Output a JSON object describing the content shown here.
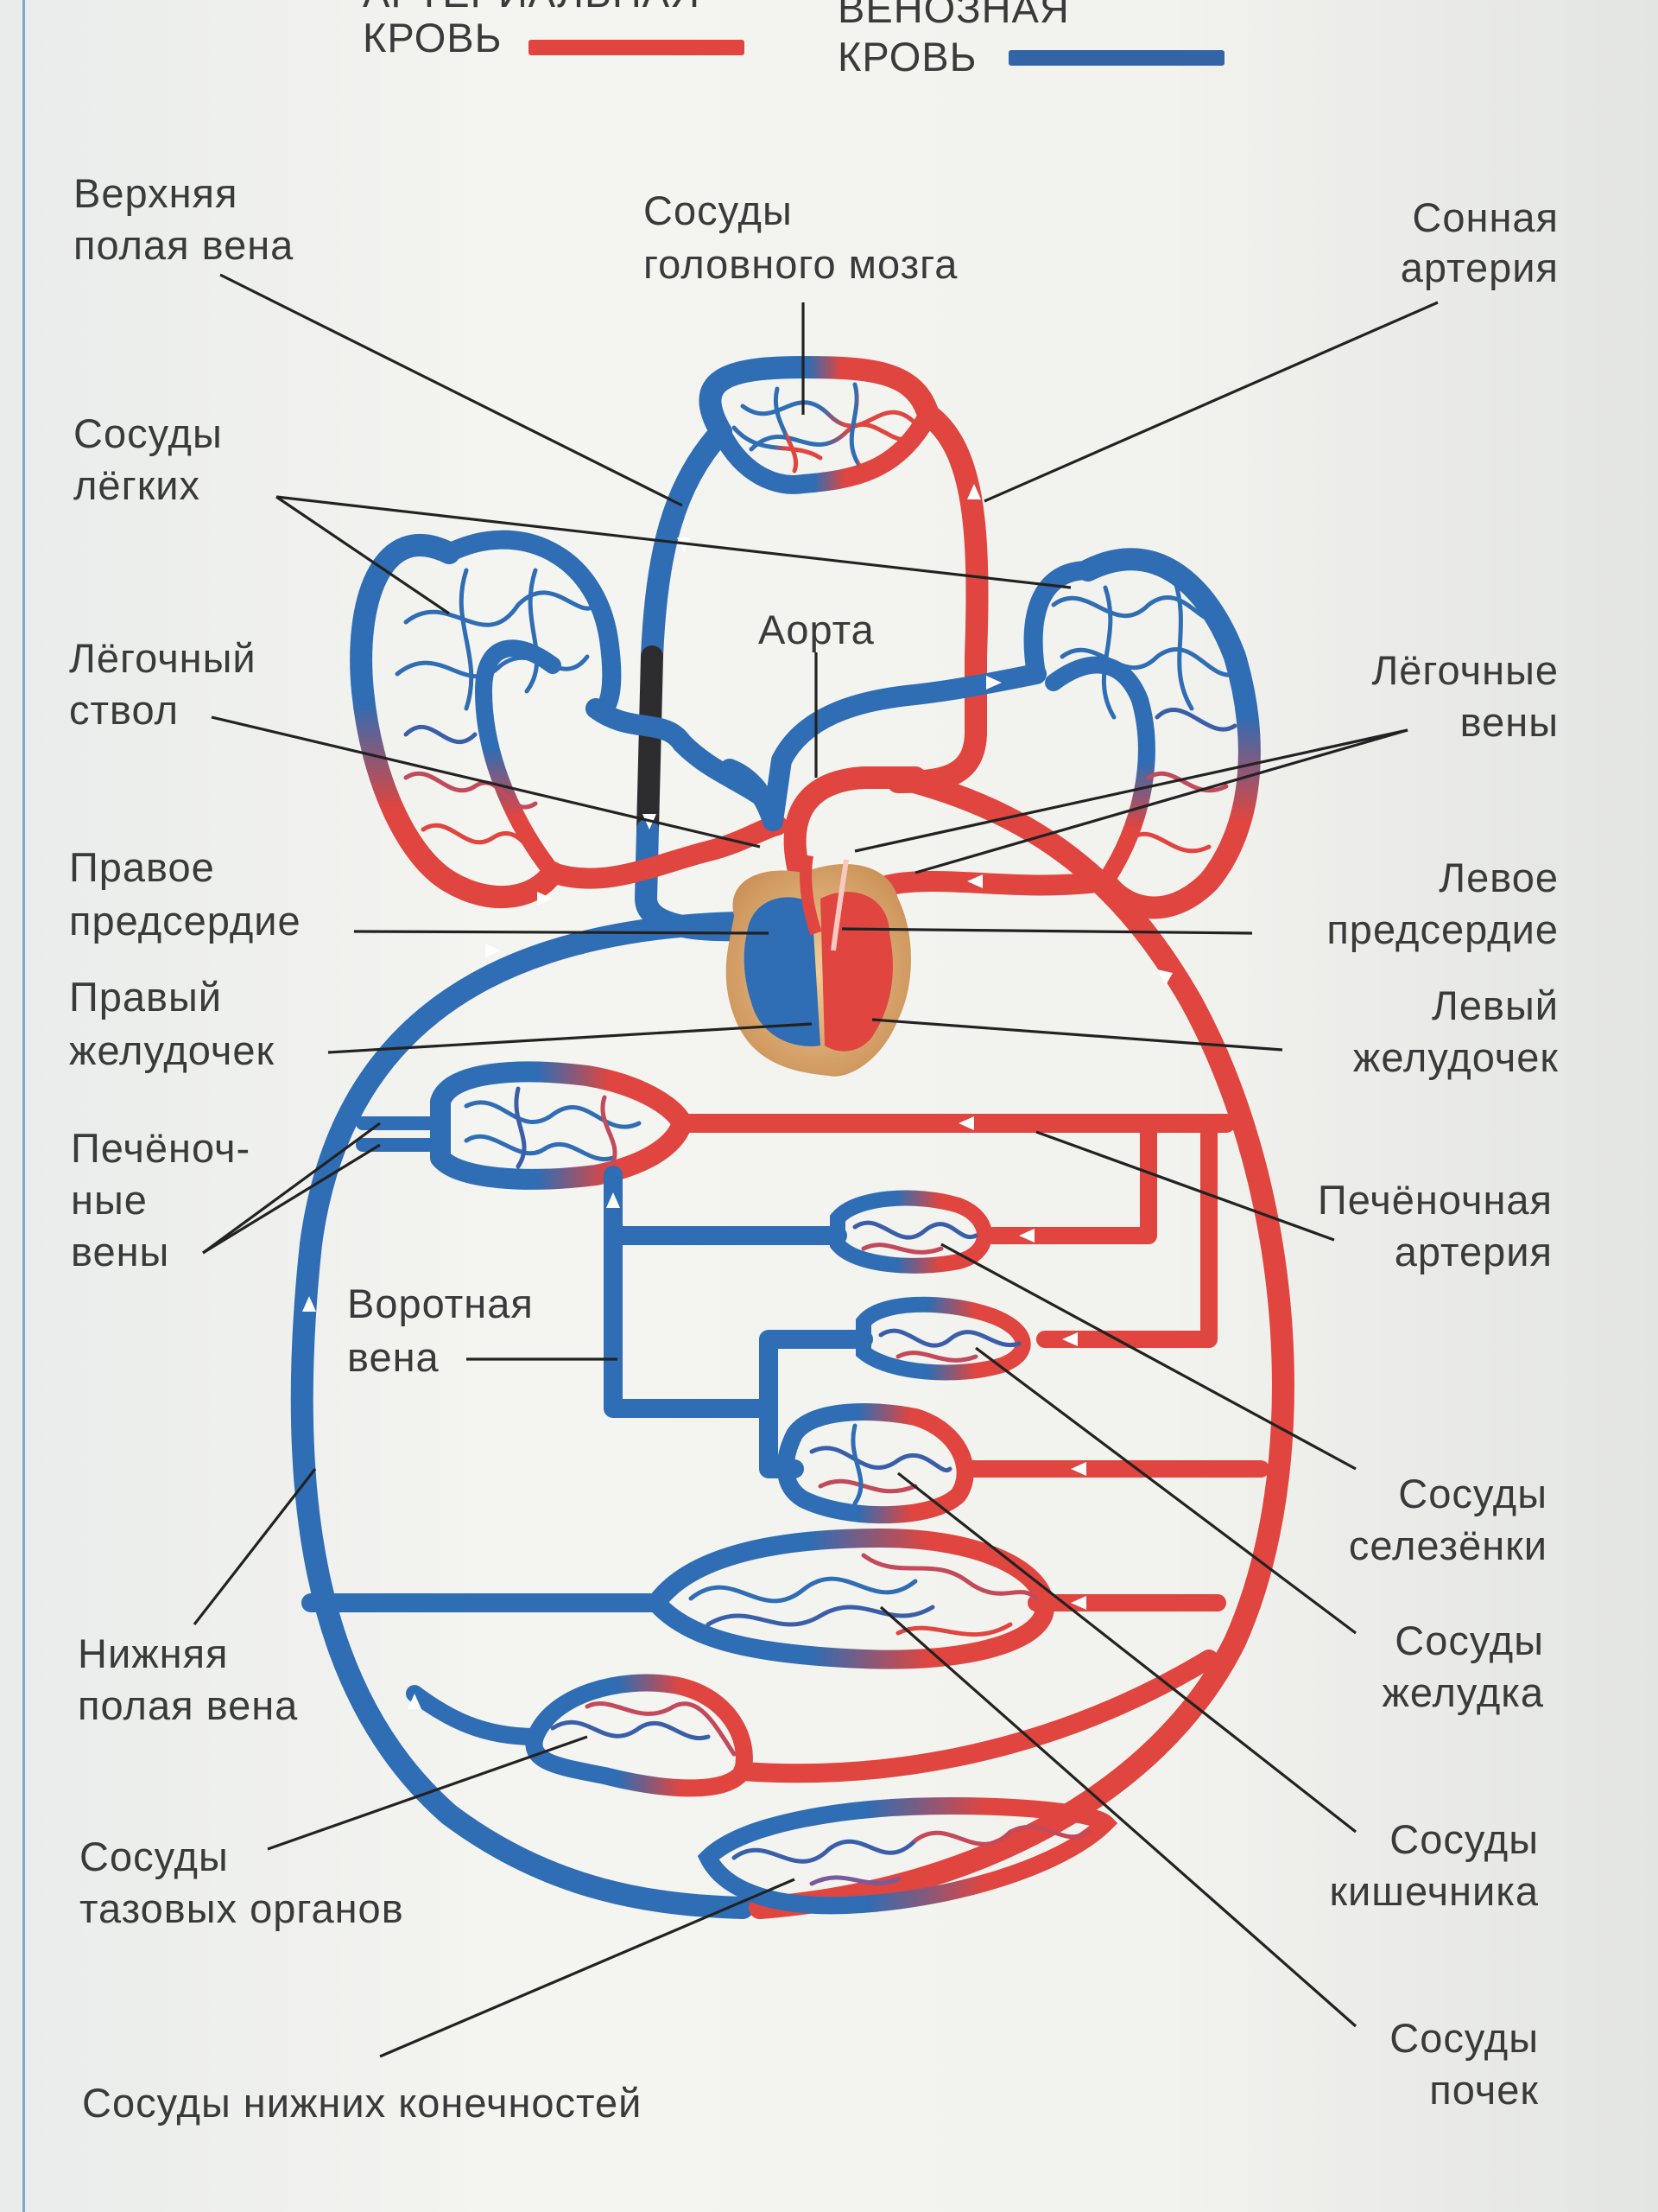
{
  "legend": {
    "arterial": {
      "line1": "АРТЕРИАЛЬНАЯ",
      "line2": "КРОВЬ",
      "color": "#e0453f"
    },
    "venous": {
      "line1": "ВЕНОЗНАЯ",
      "line2": "КРОВЬ",
      "color": "#2f6db4"
    }
  },
  "labels": {
    "svc": [
      "Верхняя",
      "полая вена"
    ],
    "brain": [
      "Сосуды",
      "головного мозга"
    ],
    "carotid": [
      "Сонная",
      "артерия"
    ],
    "lungs": [
      "Сосуды",
      "лёгких"
    ],
    "aorta": [
      "Аорта"
    ],
    "pulm_trunk": [
      "Лёгочный",
      "ствол"
    ],
    "pulm_veins": [
      "Лёгочные",
      "вены"
    ],
    "right_atrium": [
      "Правое",
      "предсердие"
    ],
    "left_atrium": [
      "Левое",
      "предсердие"
    ],
    "right_ventricle": [
      "Правый",
      "желудочек"
    ],
    "left_ventricle": [
      "Левый",
      "желудочек"
    ],
    "hepatic_veins": [
      "Печёноч-",
      "ные",
      "вены"
    ],
    "hepatic_artery": [
      "Печёночная",
      "артерия"
    ],
    "portal_vein": [
      "Воротная",
      "вена"
    ],
    "spleen": [
      "Сосуды",
      "селезёнки"
    ],
    "stomach": [
      "Сосуды",
      "желудка"
    ],
    "ivc": [
      "Нижняя",
      "полая вена"
    ],
    "intestine": [
      "Сосуды",
      "кишечника"
    ],
    "pelvic": [
      "Сосуды",
      "тазовых органов"
    ],
    "kidneys": [
      "Сосуды",
      "почек"
    ],
    "legs": [
      "Сосуды нижних конечностей"
    ]
  },
  "colors": {
    "arterial": "#e0453f",
    "venous": "#2f6db4",
    "heart_shell": "#e2b27e",
    "page": "#f2f2ee"
  }
}
